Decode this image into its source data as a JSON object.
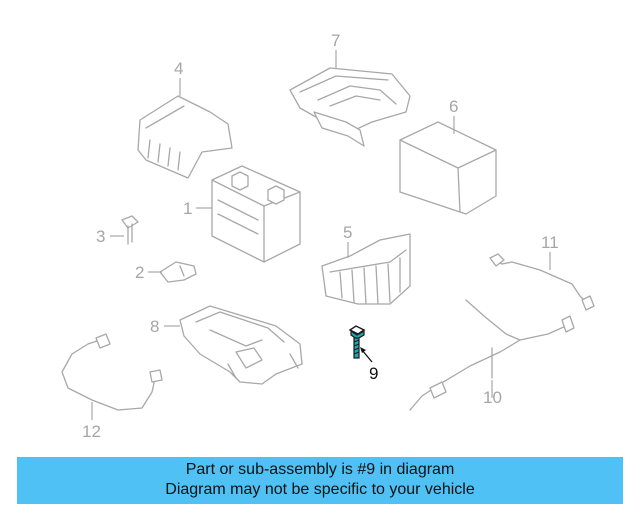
{
  "diagram": {
    "callouts": [
      {
        "id": "1",
        "text": "1"
      },
      {
        "id": "2",
        "text": "2"
      },
      {
        "id": "3",
        "text": "3"
      },
      {
        "id": "4",
        "text": "4"
      },
      {
        "id": "5",
        "text": "5"
      },
      {
        "id": "6",
        "text": "6"
      },
      {
        "id": "7",
        "text": "7"
      },
      {
        "id": "8",
        "text": "8"
      },
      {
        "id": "9",
        "text": "9"
      },
      {
        "id": "10",
        "text": "10"
      },
      {
        "id": "11",
        "text": "11"
      },
      {
        "id": "12",
        "text": "12"
      }
    ],
    "highlighted_callout": "9",
    "highlight_color": "#1aa6b7"
  },
  "banner": {
    "line1": "Part or sub-assembly is #9 in diagram",
    "line2": "Diagram may not be specific to your vehicle",
    "background": "#4fc1f4"
  }
}
